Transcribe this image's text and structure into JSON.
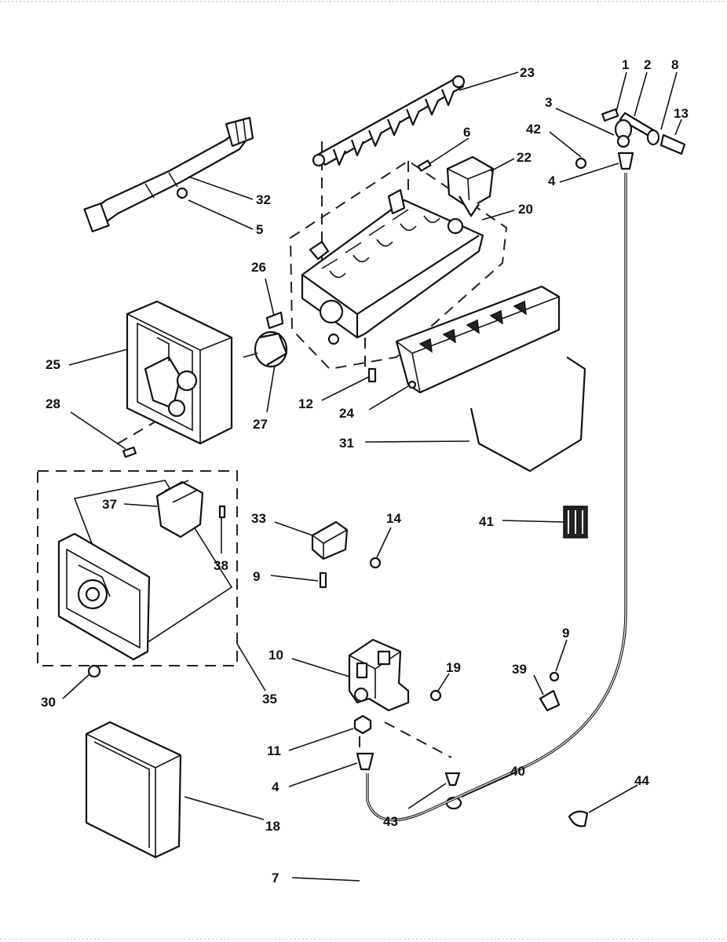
{
  "callouts": [
    {
      "n": "1"
    },
    {
      "n": "2"
    },
    {
      "n": "8"
    },
    {
      "n": "3"
    },
    {
      "n": "13"
    },
    {
      "n": "42"
    },
    {
      "n": "4"
    },
    {
      "n": "23"
    },
    {
      "n": "6"
    },
    {
      "n": "22"
    },
    {
      "n": "20"
    },
    {
      "n": "32"
    },
    {
      "n": "5"
    },
    {
      "n": "26"
    },
    {
      "n": "25"
    },
    {
      "n": "27"
    },
    {
      "n": "12"
    },
    {
      "n": "24"
    },
    {
      "n": "28"
    },
    {
      "n": "31"
    },
    {
      "n": "37"
    },
    {
      "n": "38"
    },
    {
      "n": "33"
    },
    {
      "n": "14"
    },
    {
      "n": "41"
    },
    {
      "n": "9"
    },
    {
      "n": "10"
    },
    {
      "n": "19"
    },
    {
      "n": "9"
    },
    {
      "n": "39"
    },
    {
      "n": "35"
    },
    {
      "n": "30"
    },
    {
      "n": "11"
    },
    {
      "n": "4"
    },
    {
      "n": "40"
    },
    {
      "n": "44"
    },
    {
      "n": "18"
    },
    {
      "n": "43"
    },
    {
      "n": "7"
    }
  ]
}
